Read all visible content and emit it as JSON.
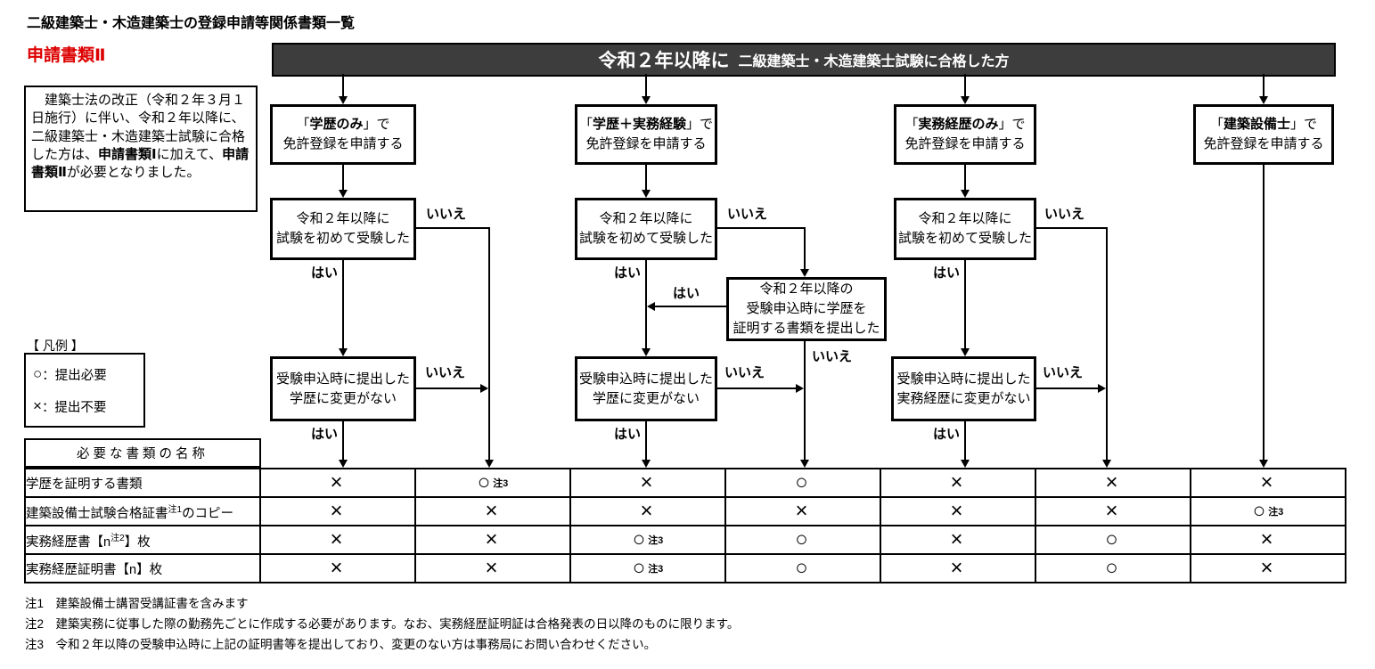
{
  "page": {
    "title": "二級建築士・木造建築士の登録申請等関係書類一覧",
    "subtitle": "申請書類Ⅱ"
  },
  "header_bar": {
    "big": "令和２年以降に",
    "small": "二級建築士・木造建築士試験に合格した方"
  },
  "intro": {
    "seg1": "　建築士法の改正（令和２年３月１日施行）に伴い、令和２年以降に、二級建築士・木造建築士試験に合格した方は、",
    "bold1": "申請書類Ⅰ",
    "seg2": "に加えて、",
    "bold2": "申請書類Ⅱ",
    "seg3": "が必要となりました。"
  },
  "labels": {
    "yes": "はい",
    "no": "いいえ"
  },
  "flow": {
    "apply1": {
      "pre": "「",
      "bold": "学歴のみ",
      "post": "」で",
      "line2": "免許登録を申請する"
    },
    "apply2": {
      "pre": "「",
      "bold": "学歴＋実務経験",
      "post": "」で",
      "line2": "免許登録を申請する"
    },
    "apply3": {
      "pre": "「",
      "bold": "実務経歴のみ",
      "post": "」で",
      "line2": "免許登録を申請する"
    },
    "apply4": {
      "pre": "「",
      "bold": "建築設備士",
      "post": "」で",
      "line2": "免許登録を申請する"
    },
    "first_exam": {
      "line1": "令和２年以降に",
      "line2": "試験を初めて受験した"
    },
    "mid": {
      "line1": "令和２年以降の",
      "line2": "受験申込時に学歴を",
      "line3": "証明する書類を提出した"
    },
    "no_change_edu": {
      "line1": "受験申込時に提出した",
      "line2": "学歴に変更がない"
    },
    "no_change_exp": {
      "line1": "受験申込時に提出した",
      "line2": "実務経歴に変更がない"
    }
  },
  "legend": {
    "title": "【 凡例 】",
    "items": [
      {
        "mark": "○",
        "text": "：提出必要"
      },
      {
        "mark": "×",
        "text": "：提出不要"
      }
    ]
  },
  "table": {
    "header": "必要な書類の名称",
    "rows": [
      {
        "pre": "学歴を証明する書類",
        "sup": "",
        "post": "",
        "cells": [
          {
            "mark": "×",
            "note": ""
          },
          {
            "mark": "○",
            "note": "注3"
          },
          {
            "mark": "×",
            "note": ""
          },
          {
            "mark": "○",
            "note": ""
          },
          {
            "mark": "×",
            "note": ""
          },
          {
            "mark": "×",
            "note": ""
          },
          {
            "mark": "×",
            "note": ""
          }
        ]
      },
      {
        "pre": "建築設備士試験合格証書",
        "sup": "注1",
        "post": "のコピー",
        "cells": [
          {
            "mark": "×",
            "note": ""
          },
          {
            "mark": "×",
            "note": ""
          },
          {
            "mark": "×",
            "note": ""
          },
          {
            "mark": "×",
            "note": ""
          },
          {
            "mark": "×",
            "note": ""
          },
          {
            "mark": "×",
            "note": ""
          },
          {
            "mark": "○",
            "note": "注3"
          }
        ]
      },
      {
        "pre": "実務経歴書【n",
        "sup": "注2",
        "post": "】枚",
        "cells": [
          {
            "mark": "×",
            "note": ""
          },
          {
            "mark": "×",
            "note": ""
          },
          {
            "mark": "○",
            "note": "注3"
          },
          {
            "mark": "○",
            "note": ""
          },
          {
            "mark": "×",
            "note": ""
          },
          {
            "mark": "○",
            "note": ""
          },
          {
            "mark": "×",
            "note": ""
          }
        ]
      },
      {
        "pre": "実務経歴証明書【n】枚",
        "sup": "",
        "post": "",
        "cells": [
          {
            "mark": "×",
            "note": ""
          },
          {
            "mark": "×",
            "note": ""
          },
          {
            "mark": "○",
            "note": "注3"
          },
          {
            "mark": "○",
            "note": ""
          },
          {
            "mark": "×",
            "note": ""
          },
          {
            "mark": "○",
            "note": ""
          },
          {
            "mark": "×",
            "note": ""
          }
        ]
      }
    ]
  },
  "notes": [
    {
      "label": "注1",
      "text": "建築設備士講習受講証書を含みます"
    },
    {
      "label": "注2",
      "text": "建築実務に従事した際の勤務先ごとに作成する必要があります。なお、実務経歴証明証は合格発表の日以降のものに限ります。"
    },
    {
      "label": "注3",
      "text": "令和２年以降の受験申込時に上記の証明書等を提出しており、変更のない方は事務局にお問い合わせください。"
    }
  ],
  "colors": {
    "accent_red": "#dd0000",
    "bar_bg": "#3d3d3d"
  }
}
